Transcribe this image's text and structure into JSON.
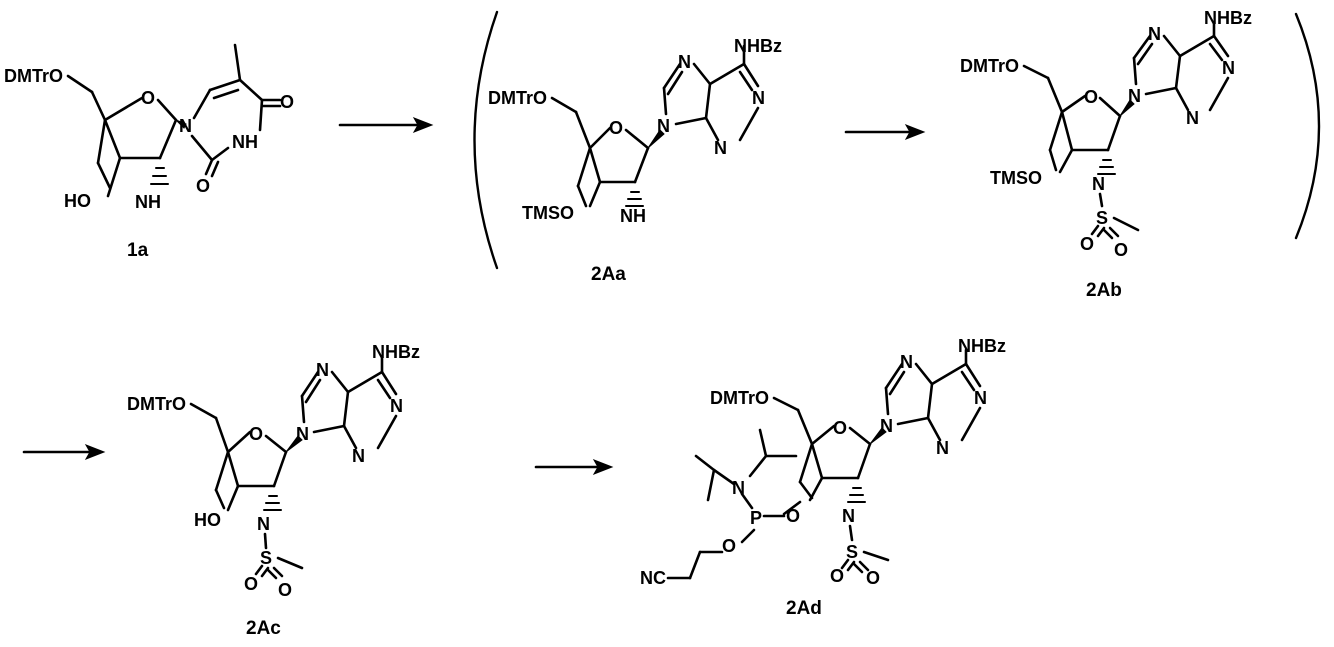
{
  "compounds": [
    {
      "id": "1a",
      "label": "1a",
      "groups": {
        "dmtro": "DMTrO",
        "ho": "HO",
        "nh": "NH",
        "o_ring": "O",
        "n1": "N",
        "n3h": "NH",
        "o2": "O",
        "o4": "O"
      }
    },
    {
      "id": "2Aa",
      "label": "2Aa",
      "groups": {
        "dmtro": "DMTrO",
        "tmso": "TMSO",
        "nh": "NH",
        "o_ring": "O",
        "nhbz": "NHBz",
        "n7": "N",
        "n9": "N",
        "n1": "N",
        "n3": "N"
      }
    },
    {
      "id": "2Ab",
      "label": "2Ab",
      "groups": {
        "dmtro": "DMTrO",
        "tmso": "TMSO",
        "n_az": "N",
        "s": "S",
        "o_a": "O",
        "o_b": "O",
        "o_ring": "O",
        "nhbz": "NHBz",
        "n7": "N",
        "n9": "N",
        "n1": "N",
        "n3": "N"
      }
    },
    {
      "id": "2Ac",
      "label": "2Ac",
      "groups": {
        "dmtro": "DMTrO",
        "ho": "HO",
        "n_az": "N",
        "s": "S",
        "o_a": "O",
        "o_b": "O",
        "o_ring": "O",
        "nhbz": "NHBz",
        "n7": "N",
        "n9": "N",
        "n1": "N",
        "n3": "N"
      }
    },
    {
      "id": "2Ad",
      "label": "2Ad",
      "groups": {
        "dmtro": "DMTrO",
        "n_amine": "N",
        "p": "P",
        "o_p1": "O",
        "o_p2": "O",
        "nc": "NC",
        "n_az": "N",
        "s": "S",
        "o_a": "O",
        "o_b": "O",
        "o_ring": "O",
        "nhbz": "NHBz",
        "n7": "N",
        "n9": "N",
        "n1": "N",
        "n3": "N"
      }
    }
  ],
  "arrows": [
    "1a→2Aa",
    "2Aa→2Ab",
    "2Ab→2Ac",
    "2Ac→2Ad"
  ],
  "brackets": {
    "open": "(",
    "close": ")",
    "encloses": [
      "2Aa",
      "2Ab"
    ]
  }
}
